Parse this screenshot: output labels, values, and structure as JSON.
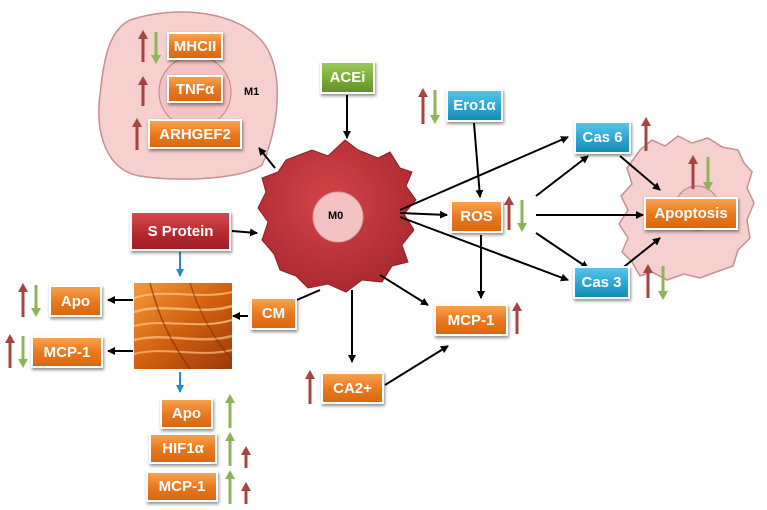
{
  "nodes": {
    "mhcii": "MHCII",
    "tnfa": "TNFα",
    "arhgef2": "ARHGEF2",
    "m1": "M1",
    "acei": "ACEi",
    "ero1a": "Ero1α",
    "cas6": "Cas 6",
    "cas3": "Cas 3",
    "apoptosis": "Apoptosis",
    "m0": "M0",
    "ros": "ROS",
    "s_protein": "S Protein",
    "apo_left": "Apo",
    "mcp1_left": "MCP-1",
    "cm": "CM",
    "mcp1_mid": "MCP-1",
    "ca2": "CA2+",
    "apo_bottom": "Apo",
    "hif1a": "HIF1α",
    "mcp1_bottom": "MCP-1"
  },
  "colors": {
    "up_arrow": "#a8443f",
    "down_arrow": "#8cb55a",
    "cell_red": "#b8292f",
    "cell_pink": "#f6cfcf",
    "connector": "#000000",
    "connector_blue": "#1e90c8"
  }
}
